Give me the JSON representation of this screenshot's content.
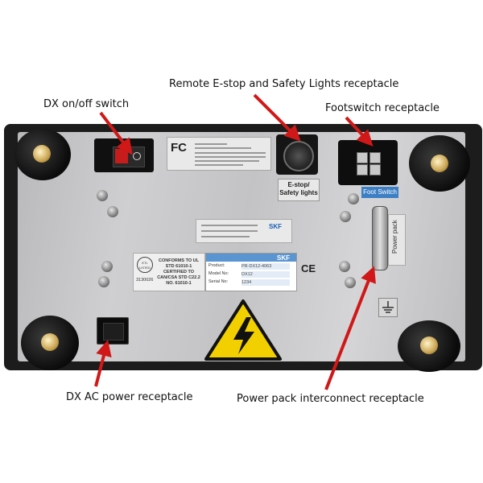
{
  "callouts": {
    "estop": "Remote E-stop and Safety Lights receptacle",
    "onoff": "DX on/off switch",
    "footswitch": "Footswitch receptacle",
    "ac_power": "DX AC power receptacle",
    "power_pack": "Power pack interconnect receptacle"
  },
  "device_labels": {
    "fcc": "FC",
    "estop": "E-stop/ Safety lights",
    "footswitch": "Foot Switch",
    "power_pack": "Power pack",
    "ce": "CE",
    "skf": "SKF",
    "ul_cert": "CONFORMS TO UL STD 61010-1 CERTIFIED TO CAN/CSA STD C22.2 NO. 61010-1",
    "ul_mark": "ETL LISTED",
    "ul_number": "3130026",
    "product_rows": [
      "Product:",
      "Model No:",
      "Serial No:"
    ],
    "product_values": [
      "PR-DX12-4063",
      "DX12",
      "1234"
    ]
  },
  "colors": {
    "arrow": "#d01818",
    "label_blue": "#3d7fc4",
    "warning_yellow": "#f2d000"
  }
}
